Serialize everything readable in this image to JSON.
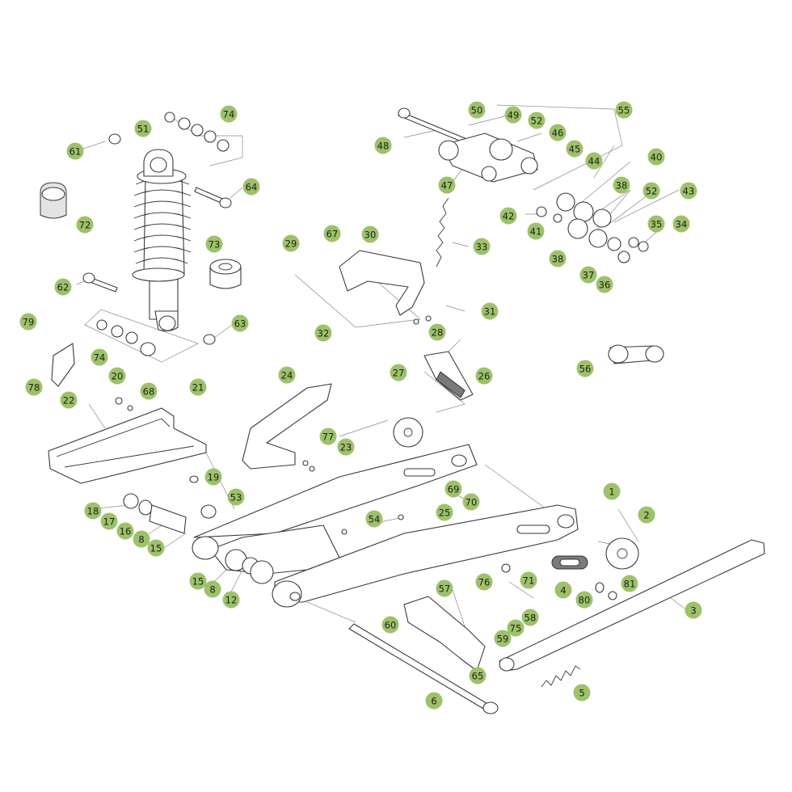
{
  "diagram": {
    "badge_color": "#9dc26a",
    "callouts": [
      {
        "label": "1"
      },
      {
        "label": "2"
      },
      {
        "label": "3"
      },
      {
        "label": "4"
      },
      {
        "label": "5"
      },
      {
        "label": "6"
      },
      {
        "label": "8"
      },
      {
        "label": "8"
      },
      {
        "label": "12"
      },
      {
        "label": "15"
      },
      {
        "label": "15"
      },
      {
        "label": "16"
      },
      {
        "label": "17"
      },
      {
        "label": "18"
      },
      {
        "label": "19"
      },
      {
        "label": "20"
      },
      {
        "label": "21"
      },
      {
        "label": "22"
      },
      {
        "label": "23"
      },
      {
        "label": "24"
      },
      {
        "label": "25"
      },
      {
        "label": "26"
      },
      {
        "label": "27"
      },
      {
        "label": "28"
      },
      {
        "label": "29"
      },
      {
        "label": "30"
      },
      {
        "label": "31"
      },
      {
        "label": "32"
      },
      {
        "label": "33"
      },
      {
        "label": "34"
      },
      {
        "label": "35"
      },
      {
        "label": "36"
      },
      {
        "label": "37"
      },
      {
        "label": "38"
      },
      {
        "label": "38"
      },
      {
        "label": "40"
      },
      {
        "label": "41"
      },
      {
        "label": "42"
      },
      {
        "label": "43"
      },
      {
        "label": "44"
      },
      {
        "label": "45"
      },
      {
        "label": "46"
      },
      {
        "label": "47"
      },
      {
        "label": "48"
      },
      {
        "label": "49"
      },
      {
        "label": "50"
      },
      {
        "label": "51"
      },
      {
        "label": "52"
      },
      {
        "label": "52"
      },
      {
        "label": "53"
      },
      {
        "label": "54"
      },
      {
        "label": "55"
      },
      {
        "label": "56"
      },
      {
        "label": "57"
      },
      {
        "label": "58"
      },
      {
        "label": "59"
      },
      {
        "label": "60"
      },
      {
        "label": "61"
      },
      {
        "label": "62"
      },
      {
        "label": "63"
      },
      {
        "label": "64"
      },
      {
        "label": "65"
      },
      {
        "label": "67"
      },
      {
        "label": "68"
      },
      {
        "label": "69"
      },
      {
        "label": "70"
      },
      {
        "label": "71"
      },
      {
        "label": "72"
      },
      {
        "label": "73"
      },
      {
        "label": "74"
      },
      {
        "label": "74"
      },
      {
        "label": "75"
      },
      {
        "label": "76"
      },
      {
        "label": "77"
      },
      {
        "label": "78"
      },
      {
        "label": "79"
      },
      {
        "label": "80"
      },
      {
        "label": "81"
      }
    ]
  }
}
